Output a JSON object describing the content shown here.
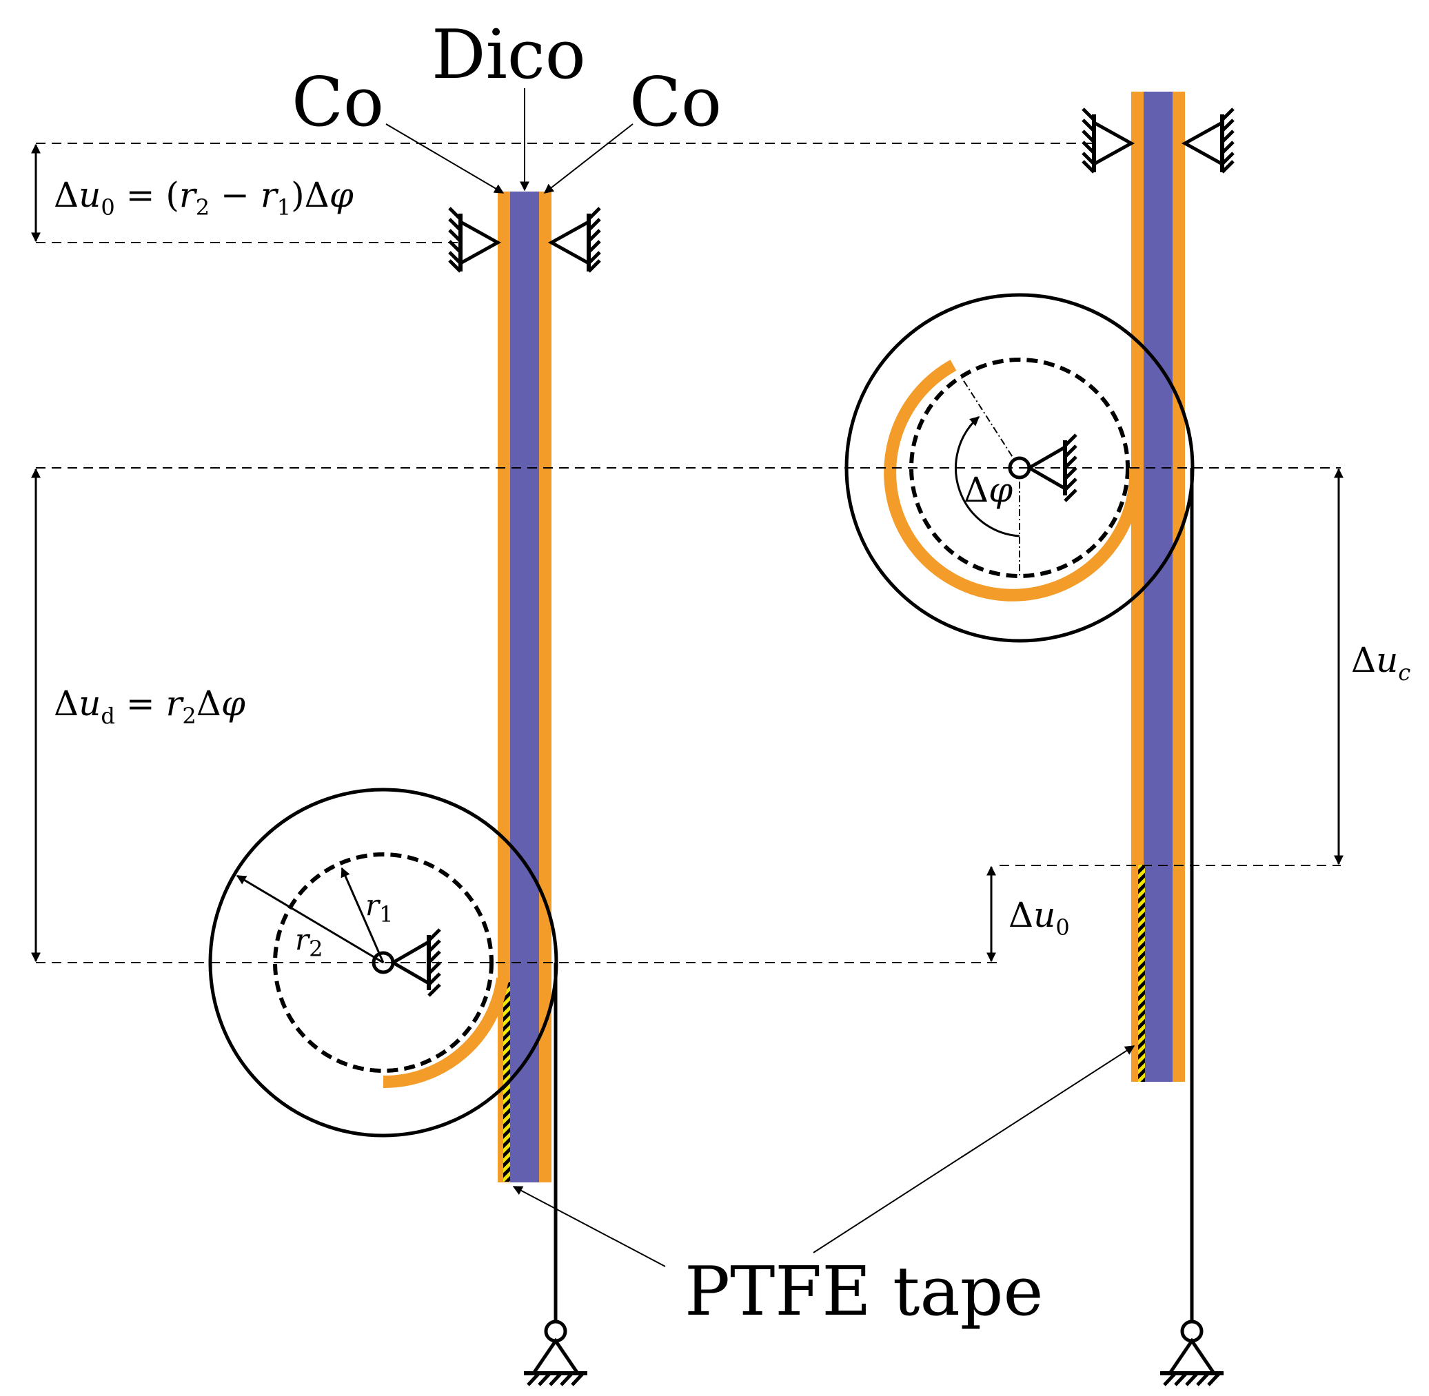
{
  "labels": {
    "dico": "Dico",
    "co_left": "Co",
    "co_right": "Co",
    "ptfe_tape": "PTFE tape",
    "du0_eq": {
      "a": "Δ",
      "b": "u",
      "c": "0",
      "d": " = (",
      "e": "r",
      "f": "2",
      "g": " − ",
      "h": "r",
      "i": "1",
      "j": ")Δ",
      "k": "φ"
    },
    "dud_eq": {
      "a": "Δ",
      "b": "u",
      "c": "d",
      "d": " = ",
      "e": "r",
      "f": "2",
      "g": "Δ",
      "h": "φ"
    },
    "duc": {
      "a": "Δ",
      "b": "u",
      "c": "c"
    },
    "du0": {
      "a": "Δ",
      "b": "u",
      "c": "0"
    },
    "r1": {
      "a": "r",
      "b": "1"
    },
    "r2": {
      "a": "r",
      "b": "2"
    },
    "dphi": {
      "a": "Δ",
      "b": "φ"
    }
  },
  "colors": {
    "dico": "#6460b0",
    "co": "#f39c2a",
    "ptfe": "#f2e600",
    "ink": "#000000"
  }
}
